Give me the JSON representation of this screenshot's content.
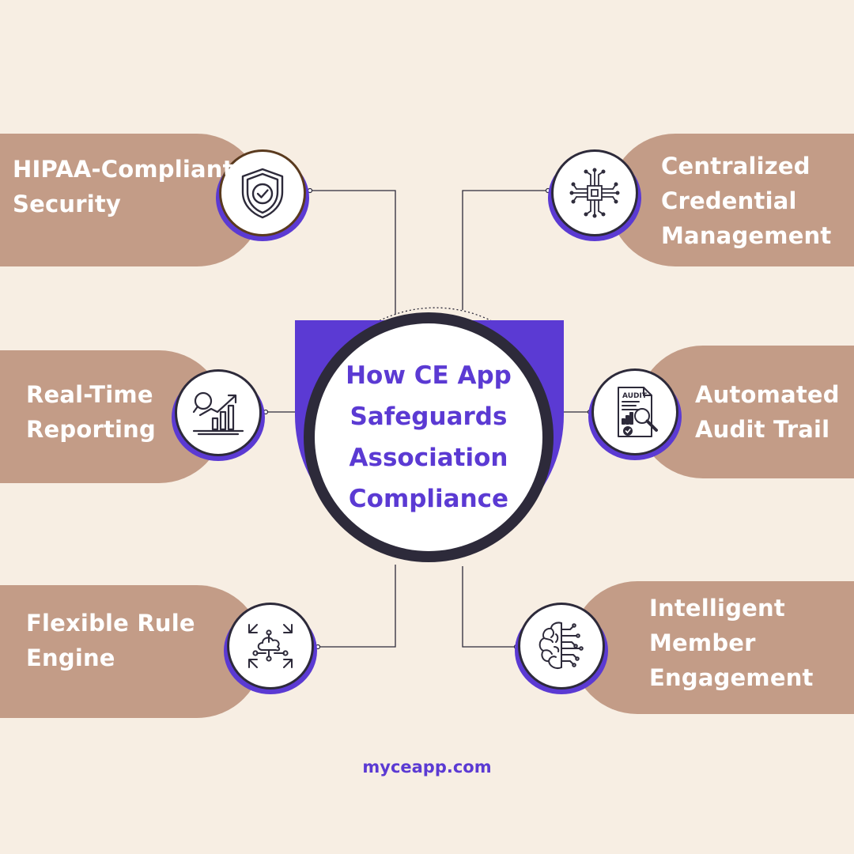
{
  "colors": {
    "background": "#f7eee3",
    "pill": "#c39c87",
    "accent": "#5b3ad3",
    "ring": "#2d2a3a",
    "label_text": "#ffffff"
  },
  "center": {
    "title": "How CE App\nSafeguards\nAssociation\nCompliance"
  },
  "features": [
    {
      "label": "HIPAA-Compliant\nSecurity",
      "icon": "shield-check-icon"
    },
    {
      "label": "Centralized\nCredential\nManagement",
      "icon": "circuit-chip-icon"
    },
    {
      "label": "Real-Time\nReporting",
      "icon": "growth-chart-icon"
    },
    {
      "label": "Automated\nAudit Trail",
      "icon": "audit-document-icon"
    },
    {
      "label": "Flexible  Rule\nEngine",
      "icon": "cloud-network-icon"
    },
    {
      "label": "Intelligent\nMember\nEngagement",
      "icon": "brain-circuit-icon"
    }
  ],
  "footer": {
    "url": "myceapp.com"
  }
}
